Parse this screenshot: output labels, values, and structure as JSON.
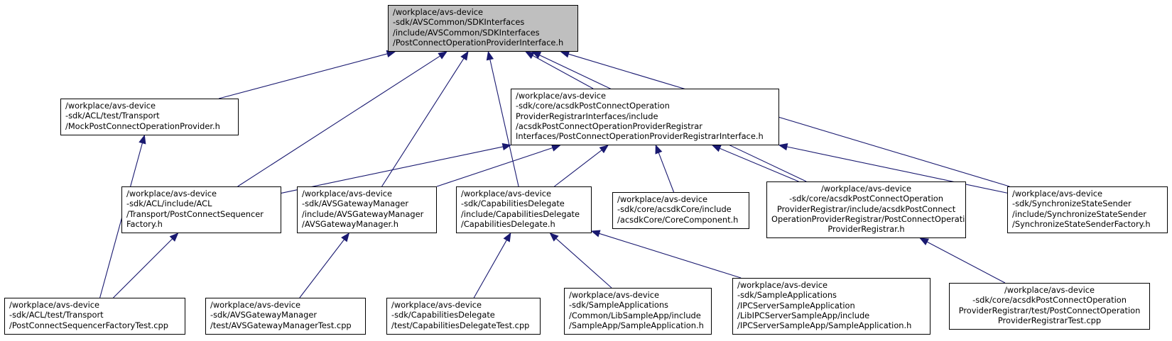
{
  "colors": {
    "edge": "#191970",
    "root_fill": "#bfbfbf",
    "node_fill": "#ffffff",
    "border": "#000000"
  },
  "nodes": {
    "root": {
      "lines": [
        "/workplace/avs-device",
        "-sdk/AVSCommon/SDKInterfaces",
        "/include/AVSCommon/SDKInterfaces",
        "/PostConnectOperationProviderInterface.h"
      ]
    },
    "mock": {
      "lines": [
        "/workplace/avs-device",
        "-sdk/ACL/test/Transport",
        "/MockPostConnectOperationProvider.h"
      ]
    },
    "registrar_iface": {
      "lines": [
        "/workplace/avs-device",
        "-sdk/core/acsdkPostConnectOperation",
        "ProviderRegistrarInterfaces/include",
        "/acsdkPostConnectOperationProviderRegistrar",
        "Interfaces/PostConnectOperationProviderRegistrarInterface.h"
      ]
    },
    "seq_factory": {
      "lines": [
        "/workplace/avs-device",
        "-sdk/ACL/include/ACL",
        "/Transport/PostConnectSequencer",
        "Factory.h"
      ]
    },
    "gateway": {
      "lines": [
        "/workplace/avs-device",
        "-sdk/AVSGatewayManager",
        "/include/AVSGatewayManager",
        "/AVSGatewayManager.h"
      ]
    },
    "capdel": {
      "lines": [
        "/workplace/avs-device",
        "-sdk/CapabilitiesDelegate",
        "/include/CapabilitiesDelegate",
        "/CapabilitiesDelegate.h"
      ]
    },
    "core_comp": {
      "lines": [
        "/workplace/avs-device",
        "-sdk/core/acsdkCore/include",
        "/acsdkCore/CoreComponent.h"
      ]
    },
    "registrar": {
      "lines": [
        "/workplace/avs-device",
        "-sdk/core/acsdkPostConnectOperation",
        "ProviderRegistrar/include/acsdkPostConnect",
        "OperationProviderRegistrar/PostConnectOperation",
        "ProviderRegistrar.h"
      ]
    },
    "sync_sender": {
      "lines": [
        "/workplace/avs-device",
        "-sdk/SynchronizeStateSender",
        "/include/SynchronizeStateSender",
        "/SynchronizeStateSenderFactory.h"
      ]
    },
    "seq_test": {
      "lines": [
        "/workplace/avs-device",
        "-sdk/ACL/test/Transport",
        "/PostConnectSequencerFactoryTest.cpp"
      ]
    },
    "gateway_test": {
      "lines": [
        "/workplace/avs-device",
        "-sdk/AVSGatewayManager",
        "/test/AVSGatewayManagerTest.cpp"
      ]
    },
    "capdel_test": {
      "lines": [
        "/workplace/avs-device",
        "-sdk/CapabilitiesDelegate",
        "/test/CapabilitiesDelegateTest.cpp"
      ]
    },
    "sample_app": {
      "lines": [
        "/workplace/avs-device",
        "-sdk/SampleApplications",
        "/Common/LibSampleApp/include",
        "/SampleApp/SampleApplication.h"
      ]
    },
    "ipc_app": {
      "lines": [
        "/workplace/avs-device",
        "-sdk/SampleApplications",
        "/IPCServerSampleApplication",
        "/LibIPCServerSampleApp/include",
        "/IPCServerSampleApp/SampleApplication.h"
      ]
    },
    "registrar_test": {
      "lines": [
        "/workplace/avs-device",
        "-sdk/core/acsdkPostConnectOperation",
        "ProviderRegistrar/test/PostConnectOperation",
        "ProviderRegistrarTest.cpp"
      ]
    }
  },
  "edges": [
    [
      "mock",
      "root"
    ],
    [
      "seq_factory",
      "root"
    ],
    [
      "gateway",
      "root"
    ],
    [
      "capdel",
      "root"
    ],
    [
      "registrar_iface",
      "root"
    ],
    [
      "registrar",
      "root"
    ],
    [
      "sync_sender",
      "root"
    ],
    [
      "seq_test",
      "mock"
    ],
    [
      "seq_factory",
      "registrar_iface"
    ],
    [
      "gateway",
      "registrar_iface"
    ],
    [
      "capdel",
      "registrar_iface"
    ],
    [
      "core_comp",
      "registrar_iface"
    ],
    [
      "registrar",
      "registrar_iface"
    ],
    [
      "sync_sender",
      "registrar_iface"
    ],
    [
      "seq_test",
      "seq_factory"
    ],
    [
      "gateway_test",
      "gateway"
    ],
    [
      "capdel_test",
      "capdel"
    ],
    [
      "sample_app",
      "capdel"
    ],
    [
      "ipc_app",
      "capdel"
    ],
    [
      "registrar_test",
      "registrar"
    ]
  ]
}
